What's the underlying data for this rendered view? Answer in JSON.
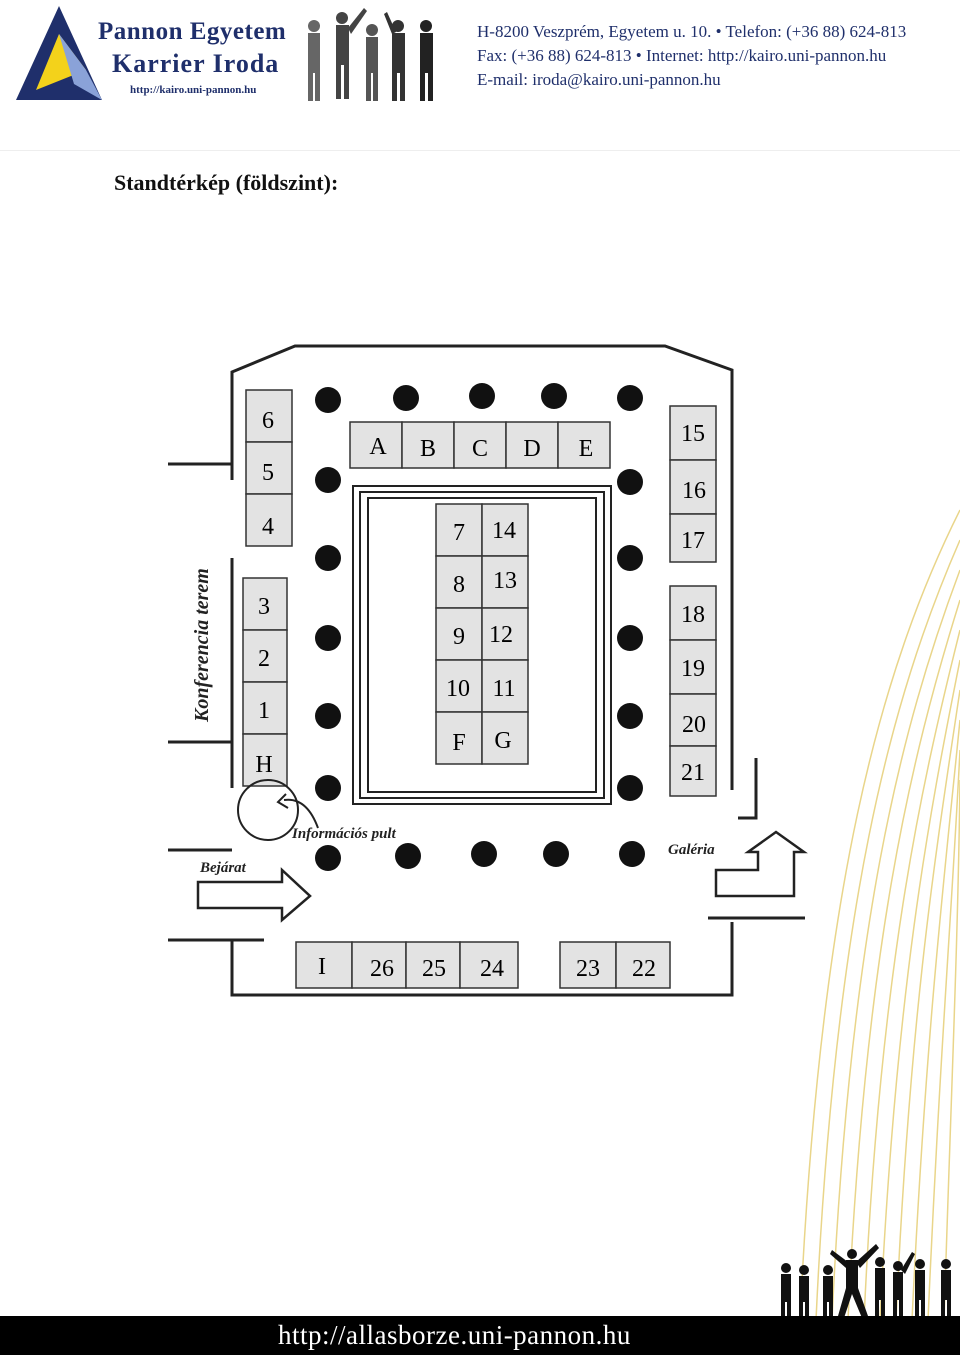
{
  "header": {
    "logo": {
      "line1": "Pannon Egyetem",
      "line2": "Karrier Iroda",
      "url": "http://kairo.uni-pannon.hu"
    },
    "contact": {
      "line1": "H-8200 Veszprém, Egyetem u. 10. • Telefon: (+36 88) 624-813",
      "line2": "Fax: (+36 88) 624-813  • Internet: http://kairo.uni-pannon.hu",
      "line3": "E-mail: iroda@kairo.uni-pannon.hu"
    }
  },
  "page_title": "Standtérkép (földszint):",
  "map": {
    "labels": {
      "conference_room": "Konferencia terem",
      "info_desk": "Információs pult",
      "entrance": "Bejárat",
      "gallery": "Galéria"
    },
    "booths": {
      "left_upper": [
        "6",
        "5",
        "4"
      ],
      "left_lower": [
        "3",
        "2",
        "1",
        "H"
      ],
      "top_row": [
        "A",
        "B",
        "C",
        "D",
        "E"
      ],
      "center_left": [
        "7",
        "8",
        "9",
        "10",
        "F"
      ],
      "center_right": [
        "14",
        "13",
        "12",
        "11",
        "G"
      ],
      "right_upper": [
        "15",
        "16",
        "17"
      ],
      "right_lower": [
        "18",
        "19",
        "20",
        "21"
      ],
      "bottom_left": [
        "I",
        "26",
        "25",
        "24"
      ],
      "bottom_right": [
        "23",
        "22"
      ]
    }
  },
  "footer": {
    "url": "http://allasborze.uni-pannon.hu"
  },
  "colors": {
    "brand_navy": "#1f2f6b",
    "logo_yellow": "#f3d21b",
    "deco_gold": "#e9d58a"
  }
}
